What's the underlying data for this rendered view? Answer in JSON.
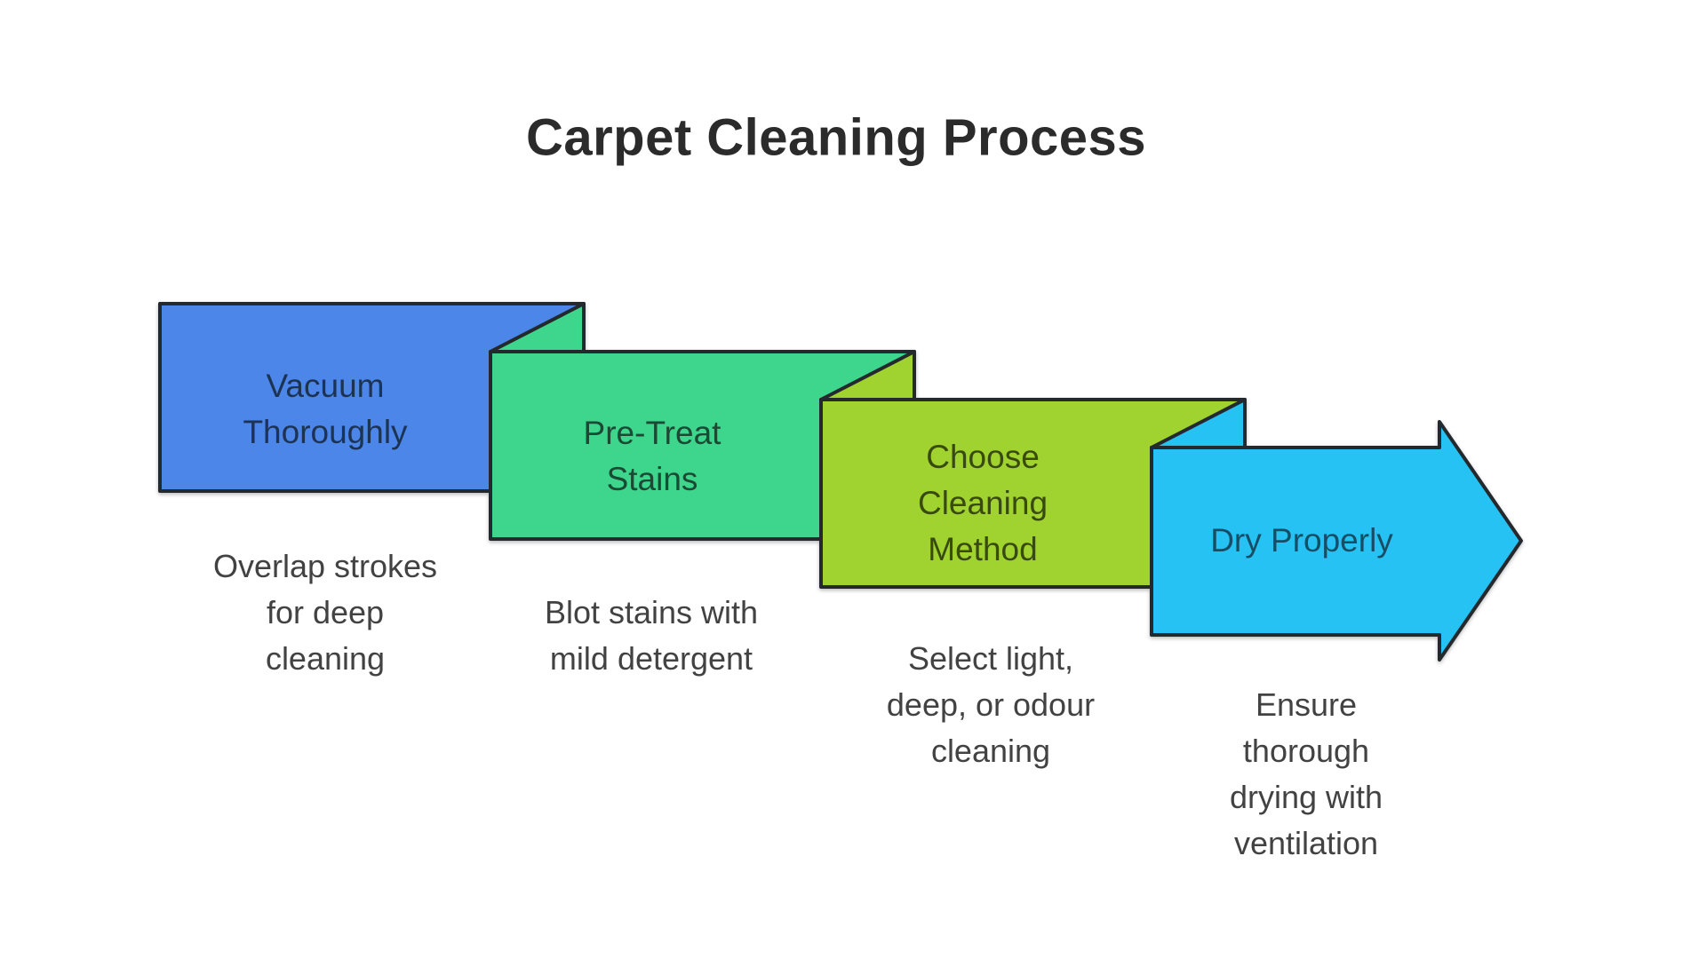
{
  "title": {
    "text": "Carpet Cleaning Process",
    "color": "#2B2B2B"
  },
  "colors": {
    "background": "#FFFFFF",
    "border": "#24292E",
    "caption_text": "#424242"
  },
  "steps": [
    {
      "name": "Vacuum Thoroughly",
      "label_lines": [
        "Vacuum",
        "Thoroughly"
      ],
      "caption": "Overlap strokes for deep cleaning",
      "caption_lines": [
        "Overlap strokes",
        "for deep",
        "cleaning"
      ],
      "fill": "#4B86E8",
      "label_color": "#1C3353"
    },
    {
      "name": "Pre-Treat Stains",
      "label_lines": [
        "Pre-Treat",
        "Stains"
      ],
      "caption": "Blot stains with mild detergent",
      "caption_lines": [
        "Blot stains with",
        "mild detergent"
      ],
      "fill": "#3DD68C",
      "label_color": "#1A4A34"
    },
    {
      "name": "Choose Cleaning Method",
      "label_lines": [
        "Choose",
        "Cleaning",
        "Method"
      ],
      "caption": "Select light, deep, or odour cleaning",
      "caption_lines": [
        "Select light,",
        "deep, or odour",
        "cleaning"
      ],
      "fill": "#A0D32F",
      "label_color": "#394A10"
    },
    {
      "name": "Dry Properly",
      "label_lines": [
        "Dry Properly"
      ],
      "caption": "Ensure thorough drying with ventilation",
      "caption_lines": [
        "Ensure",
        "thorough",
        "drying with",
        "ventilation"
      ],
      "fill": "#26C2F3",
      "label_color": "#164E66"
    }
  ]
}
